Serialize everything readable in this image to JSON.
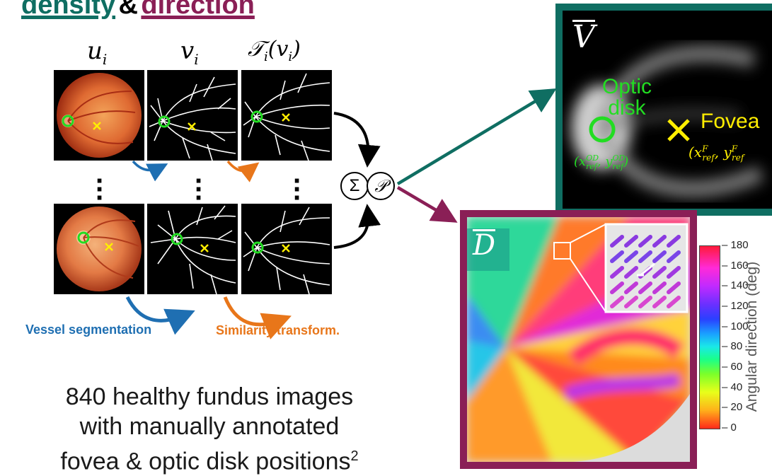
{
  "title": {
    "word1": "density",
    "amp": "&",
    "word2": "direction"
  },
  "column_labels": {
    "u": "u",
    "u_sub": "i",
    "v": "v",
    "v_sub": "i",
    "t": "𝒯",
    "t_sub": "i",
    "t_arg": "(v",
    "t_arg_sub": "i",
    "t_close": ")"
  },
  "steps": {
    "segmentation": "Vessel segmentation",
    "similarity": "Similarity transform."
  },
  "caption": {
    "line1": "840 healthy fundus images",
    "line2": "with manually annotated",
    "line3": "fovea & optic disk positions",
    "sup": "2"
  },
  "operators": {
    "sum": "Σ",
    "proj": "𝒫"
  },
  "density_panel": {
    "symbol": "V",
    "optic_line1": "Optic",
    "optic_line2": "disk",
    "fovea": "Fovea",
    "od_coord": "(x",
    "od_sup": "OD",
    "od_sub": "ref",
    "od_mid": ", y",
    "od_sup2": "OD",
    "od_sub2": "ref",
    "od_close": ")",
    "fov_coord": "(x",
    "fov_sup": "F",
    "fov_sub": "ref",
    "fov_mid": ", y",
    "fov_sup2": "F",
    "fov_sub2": "ref"
  },
  "direction_panel": {
    "symbol": "D"
  },
  "colorbar": {
    "label": "Angular direction (deg)",
    "ticks": [
      "180",
      "160",
      "140",
      "120",
      "100",
      "80",
      "60",
      "40",
      "20",
      "0"
    ]
  },
  "colors": {
    "density": "#0f6e62",
    "direction": "#8a1f56",
    "segmentation": "#1f6fb2",
    "similarity": "#e8761a",
    "optic_disk": "#22dd22",
    "fovea": "#ffee00"
  }
}
